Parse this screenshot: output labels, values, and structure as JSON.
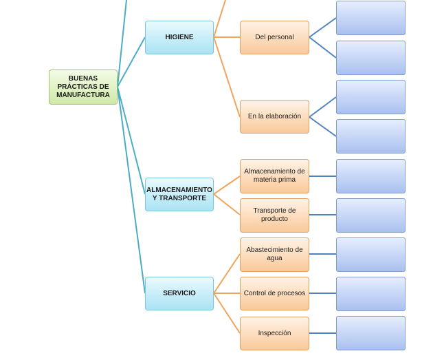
{
  "diagram": {
    "root": {
      "label": "BUENAS PRÁCTICAS DE MANUFACTURA"
    },
    "categories": [
      {
        "label": "HIGIENE",
        "items": [
          {
            "label": "Del personal",
            "leaves": [
              "",
              ""
            ]
          },
          {
            "label": "En la elaboración",
            "leaves": [
              "",
              ""
            ]
          }
        ]
      },
      {
        "label": "ALMACENAMIENTO Y TRANSPORTE",
        "items": [
          {
            "label": "Almacenamiento de materia prima",
            "leaves": [
              ""
            ]
          },
          {
            "label": "Transporte de producto",
            "leaves": [
              ""
            ]
          }
        ]
      },
      {
        "label": "SERVICIO",
        "items": [
          {
            "label": "Abastecimiento de agua",
            "leaves": [
              ""
            ]
          },
          {
            "label": "Control de procesos",
            "leaves": [
              ""
            ]
          },
          {
            "label": "Inspección",
            "leaves": [
              ""
            ]
          }
        ]
      }
    ],
    "colors": {
      "teal_link": "#4bacc6",
      "orange_link": "#f0a45a",
      "blue_link": "#4f81bd"
    }
  }
}
